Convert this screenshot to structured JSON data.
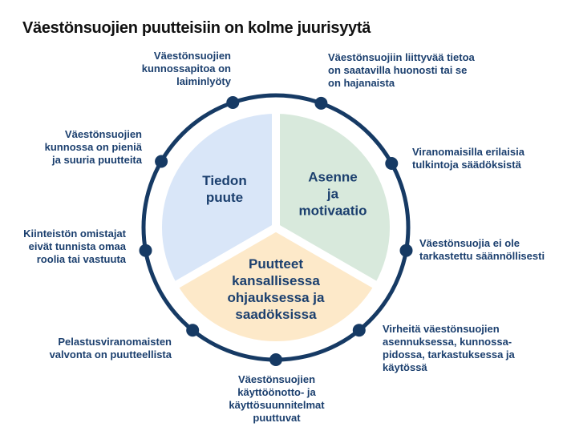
{
  "title": "Väestönsuojien puutteisiin on kolme juurisyytä",
  "diagram": {
    "colors": {
      "navy": "#163a64",
      "label_text": "#1b3f6e",
      "segment_blue": "#d9e6f8",
      "segment_green": "#d8e9dc",
      "segment_orange": "#fde9c9"
    },
    "segments": [
      {
        "name": "Tiedon puute",
        "label": "Tiedon\npuute",
        "color": "#d9e6f8"
      },
      {
        "name": "Asenne ja motivaatio",
        "label": "Asenne\nja\nmotivaatio",
        "color": "#d8e9dc"
      },
      {
        "name": "Puutteet kansallisessa ohjauksessa ja saadöksissa",
        "label": "Puutteet\nkansallisessa\nohjauksessa ja\nsaadöksissa",
        "color": "#fde9c9"
      }
    ],
    "causes": [
      {
        "position": "top-left",
        "text": "Väestönsuojien\nkunnossapitoa on\nlaiminlyöty"
      },
      {
        "position": "top-right",
        "text": "Väestönsuojiin liittyvää tietoa\non saatavilla huonosti tai se\non hajanaista"
      },
      {
        "position": "left-upper",
        "text": "Väestönsuojien\nkunnossa on pieniä\nja suuria puutteita"
      },
      {
        "position": "right-upper",
        "text": "Viranomaisilla erilaisia\ntulkintoja säädöksistä"
      },
      {
        "position": "left-middle",
        "text": "Kiinteistön omistajat\neivät tunnista omaa\nroolia tai vastuuta"
      },
      {
        "position": "right-middle",
        "text": "Väestönsuojia ei ole\ntarkastettu säännöllisesti"
      },
      {
        "position": "left-lower",
        "text": "Pelastusviranomaisten\nvalvonta on puutteellista"
      },
      {
        "position": "right-lower",
        "text": "Virheitä väestönsuojien\nasennuksessa, kunnossa-\npidossa, tarkastuksessa ja\nkäytössä"
      },
      {
        "position": "bottom",
        "text": "Väestönsuojien\nkäyttöönotto- ja\nkäyttösuunnitelmat\npuuttuvat"
      }
    ]
  }
}
